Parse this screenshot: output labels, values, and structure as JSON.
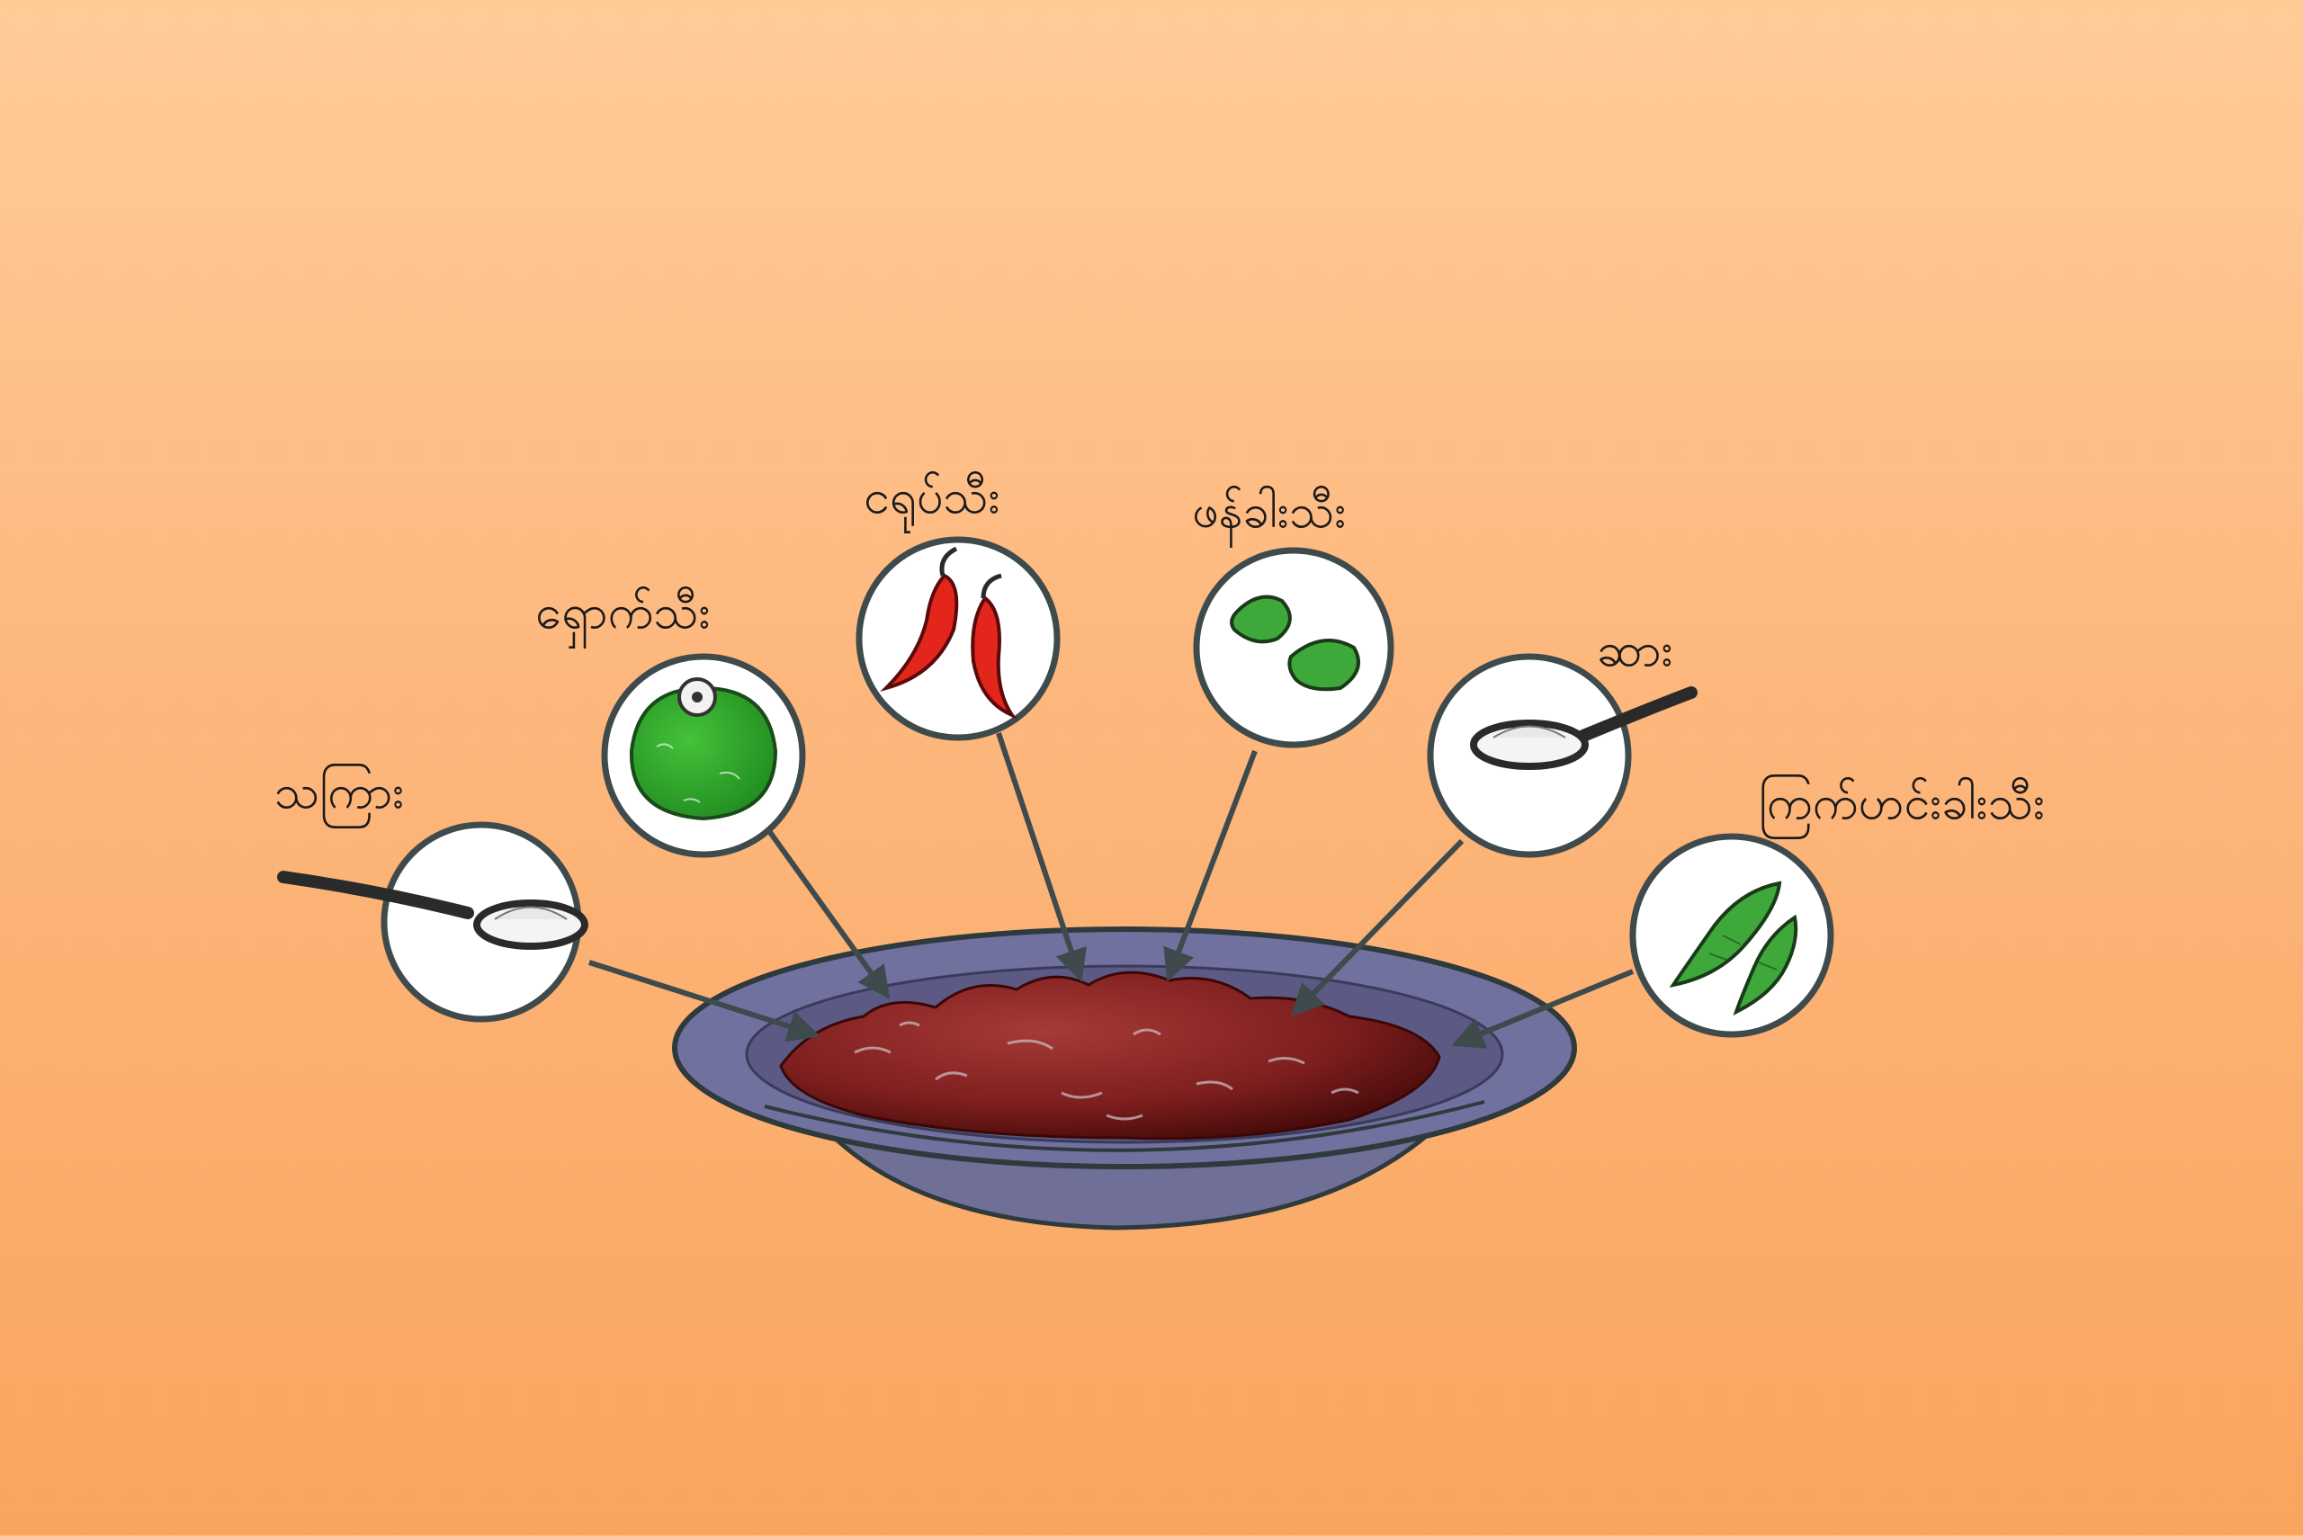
{
  "diagram": {
    "ingredients": [
      {
        "id": "sugar",
        "label": "သကြား",
        "icon": "spoon-icon"
      },
      {
        "id": "lime",
        "label": "ရှောက်သီး",
        "icon": "lime-icon"
      },
      {
        "id": "chili",
        "label": "ငရုပ်သီး",
        "icon": "chili-pepper-icon"
      },
      {
        "id": "okra",
        "label": "ဖန်ခါးသီး",
        "icon": "green-fruit-icon"
      },
      {
        "id": "salt",
        "label": "ဆား",
        "icon": "spoon-icon"
      },
      {
        "id": "bitter-gourd",
        "label": "ကြက်ဟင်းခါးသီး",
        "icon": "bitter-gourd-icon"
      }
    ],
    "colors": {
      "bowl": "#6f6f98",
      "bowl_inner": "#5e5c86",
      "paste": "#8a2424",
      "paste_dark": "#4a0c0c",
      "green": "#35a82e",
      "chili": "#e3261c",
      "outline": "#3e4a4c"
    }
  }
}
